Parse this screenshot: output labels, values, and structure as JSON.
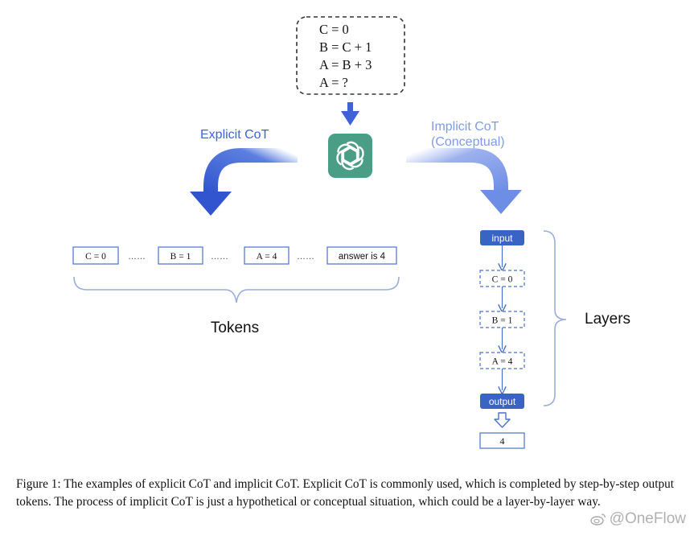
{
  "problem": {
    "lines": [
      "C = 0",
      "B = C + 1",
      "A = B + 3",
      "A = ?"
    ]
  },
  "explicit": {
    "label": "Explicit CoT",
    "tokens": [
      "C = 0",
      "B = 1",
      "A = 4",
      "answer is 4"
    ],
    "ellipsis": "……",
    "brace_label": "Tokens"
  },
  "implicit": {
    "label_line1": "Implicit CoT",
    "label_line2": "(Conceptual)",
    "input_label": "input",
    "layers": [
      "C = 0",
      "B = 1",
      "A = 4"
    ],
    "output_label": "output",
    "result": "4",
    "brace_label": "Layers"
  },
  "caption": "Figure 1: The examples of explicit CoT and implicit CoT. Explicit CoT is commonly used, which is completed by step-by-step output tokens. The process of implicit CoT is just a hypothetical or conceptual situation, which could be a layer-by-layer way.",
  "watermark": "@OneFlow",
  "colors": {
    "explicit_blue": "#3f63d6",
    "implicit_blue": "#7f9be8",
    "box_border": "#4a72c8",
    "solid_box": "#3a64c4",
    "openai_green": "#4a9e86",
    "text_dark": "#111111"
  },
  "icons": [
    "openai-logo-icon",
    "down-arrow-icon",
    "curved-arrow-left-icon",
    "curved-arrow-right-icon",
    "hollow-down-arrow-icon",
    "weibo-icon"
  ]
}
